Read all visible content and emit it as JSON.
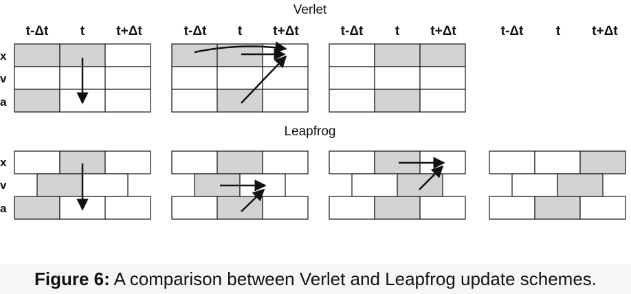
{
  "sections": {
    "verlet_title": "Verlet",
    "leapfrog_title": "Leapfrog"
  },
  "column_headers": [
    "t-Δt",
    "t",
    "t+Δt"
  ],
  "row_labels": [
    "x",
    "v",
    "a"
  ],
  "verlet_panels": [
    {
      "shaded": [
        [
          1,
          1,
          0
        ],
        [
          0,
          0,
          0
        ],
        [
          1,
          0,
          0
        ]
      ]
    },
    {
      "shaded": [
        [
          1,
          1,
          0
        ],
        [
          0,
          0,
          0
        ],
        [
          0,
          1,
          0
        ]
      ]
    },
    {
      "shaded": [
        [
          0,
          1,
          1
        ],
        [
          0,
          0,
          0
        ],
        [
          0,
          1,
          0
        ]
      ]
    },
    {
      "shaded": null
    }
  ],
  "leapfrog_panels": [
    {
      "shaded": [
        [
          0,
          1,
          0
        ],
        [
          1,
          0
        ],
        [
          1,
          0,
          0
        ]
      ]
    },
    {
      "shaded": [
        [
          0,
          1,
          0
        ],
        [
          1,
          0
        ],
        [
          0,
          1,
          0
        ]
      ]
    },
    {
      "shaded": [
        [
          0,
          1,
          0
        ],
        [
          0,
          1
        ],
        [
          0,
          1,
          0
        ]
      ]
    },
    {
      "shaded": [
        [
          0,
          0,
          1
        ],
        [
          0,
          1
        ],
        [
          0,
          1,
          0
        ]
      ]
    }
  ],
  "colors": {
    "shaded": "#d3d3d3",
    "line": "#111111"
  },
  "caption": {
    "prefix": "Figure 6:",
    "text": "A comparison between Verlet and Leapfrog update schemes."
  }
}
